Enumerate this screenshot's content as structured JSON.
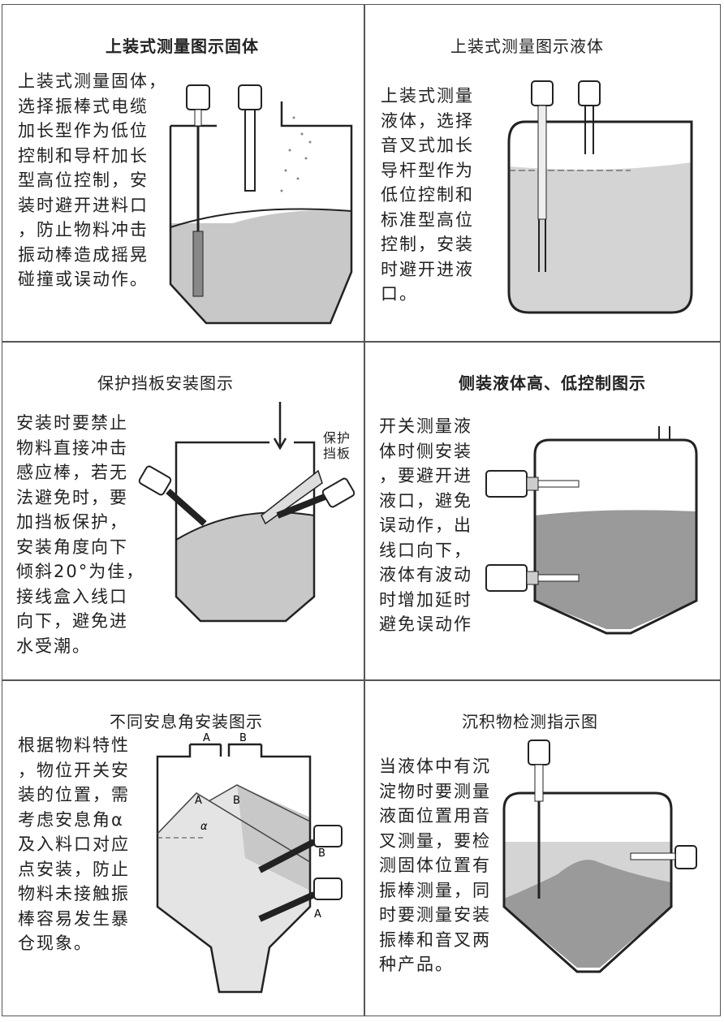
{
  "panels": [
    {
      "title": "上装式测量图示固体",
      "text": "上装式测量固体，\n选择振棒式电缆\n加长型作为低位\n控制和导杆加长\n型高位控制，安\n装时避开进料口\n，防止物料冲击\n振动棒造成摇晃\n碰撞或误动作。"
    },
    {
      "title": "上装式测量图示液体",
      "text": "上装式测量\n液体，选择\n音叉式加长\n导杆型作为\n低位控制和\n标准型高位\n控制，安装\n时避开进液\n口。"
    },
    {
      "title": "保护挡板安装图示",
      "text": "安装时要禁止\n物料直接冲击\n感应棒，若无\n法避免时，要\n加挡板保护，\n安装角度向下\n倾斜20°为佳，\n接线盒入线口\n向下，避免进\n水受潮。",
      "diagram_label": "保护\n挡板"
    },
    {
      "title": "侧装液体高、低控制图示",
      "text": "开关测量液\n体时侧安装\n，要避开进\n液口，避免\n误动作，出\n线口向下，\n液体有波动\n时增加延时\n避免误动作"
    },
    {
      "title": "不同安息角安装图示",
      "text": "根据物料特性\n，物位开关安\n装的位置，需\n考虑安息角α\n及入料口对应\n点安装，防止\n物料未接触振\n棒容易发生暴\n仓现象。",
      "labels": {
        "a": "A",
        "b": "B",
        "alpha": "α"
      }
    },
    {
      "title": "沉积物检测指示图",
      "text": "当液体中有沉\n淀物时要测量\n液面位置用音\n叉测量，要检\n测固体位置有\n振棒测量，同\n时要测量安装\n振棒和音叉两\n种产品。"
    }
  ],
  "colors": {
    "fill": "#c8c8c8",
    "liquid": "#d4d4d4",
    "dark": "#9a9a9a",
    "border": "#555555"
  }
}
